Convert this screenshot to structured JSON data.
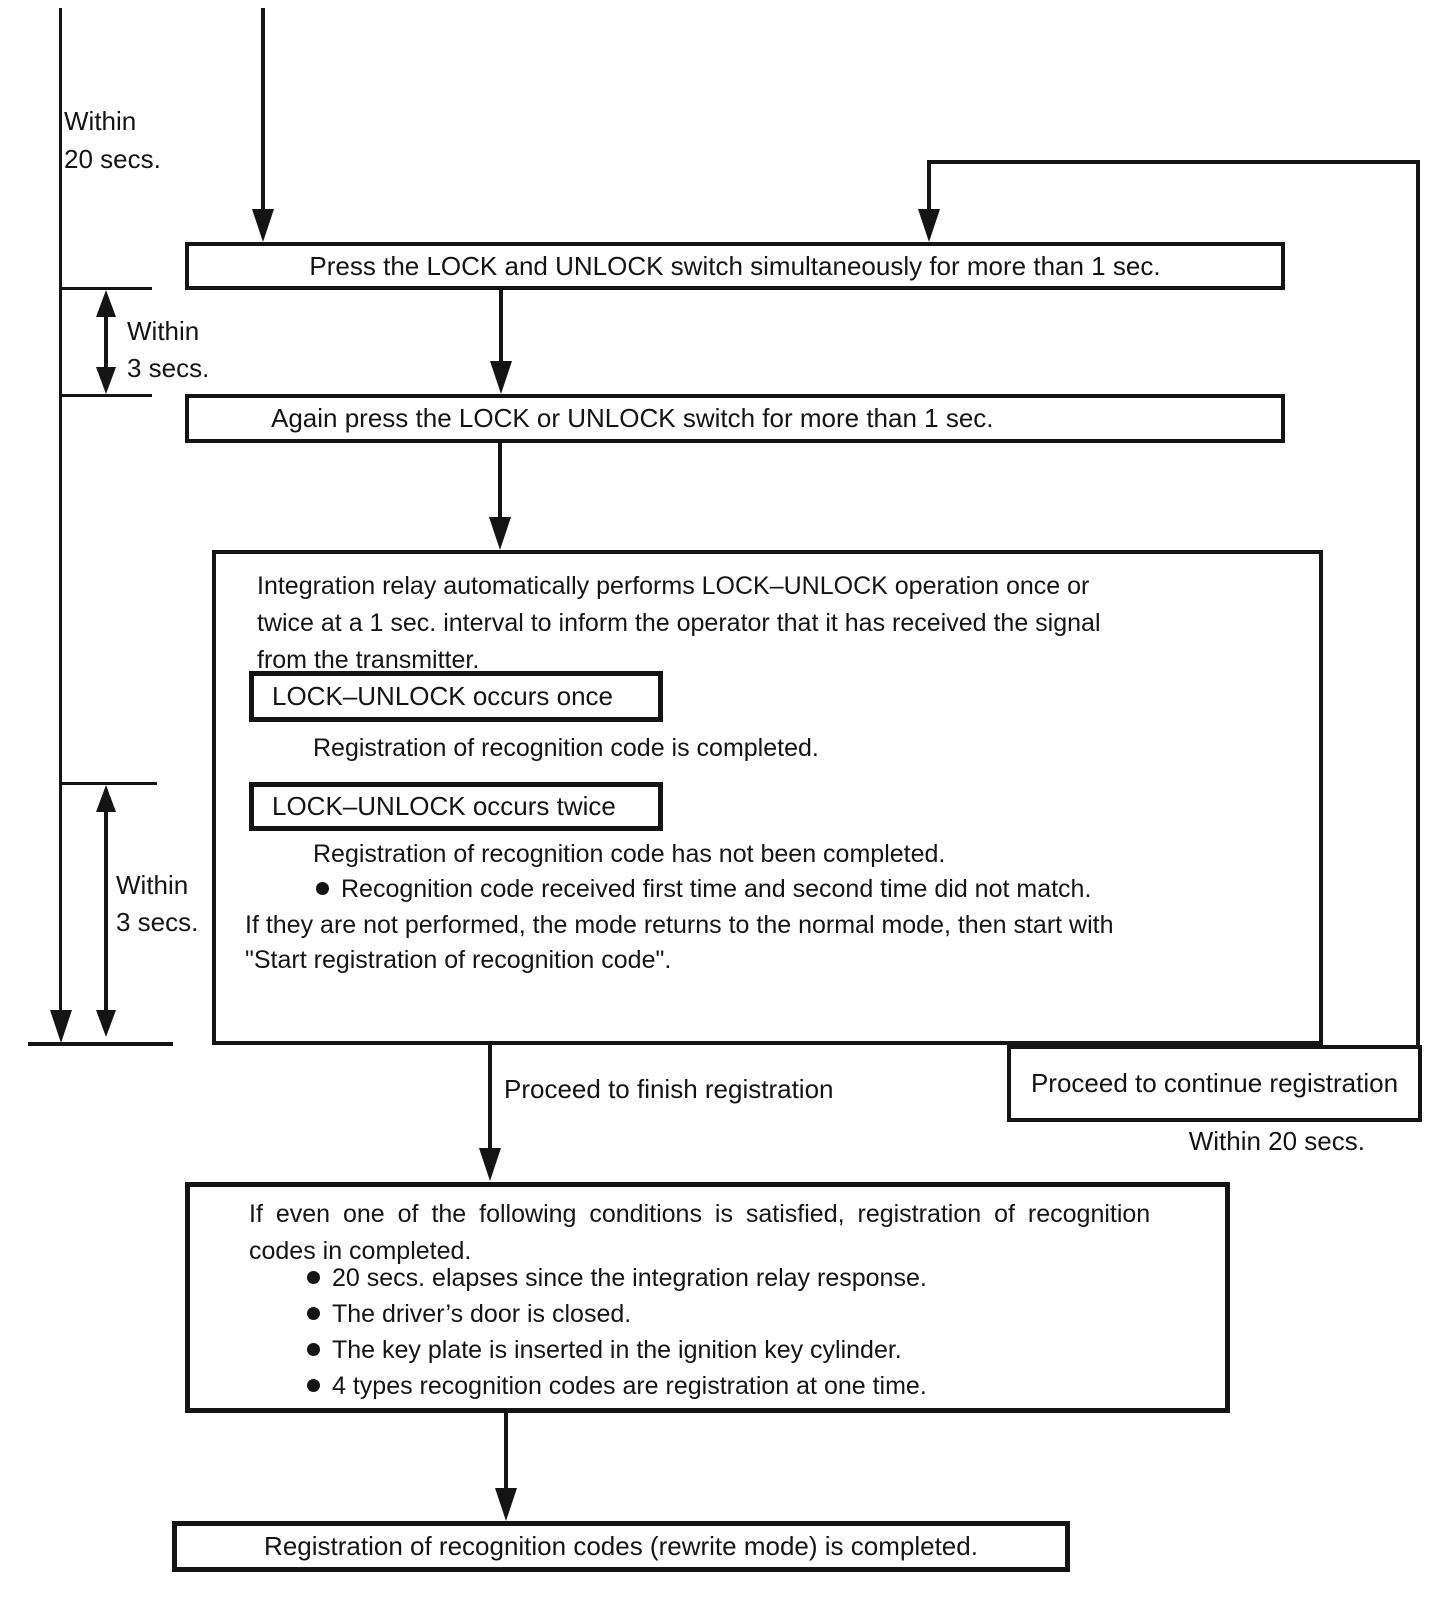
{
  "colors": {
    "ink": "#141414",
    "paper": "#ffffff"
  },
  "timing": {
    "left_20s": {
      "line1": "Within",
      "line2": "20 secs."
    },
    "upper_3s": {
      "line1": "Within",
      "line2": "3 secs."
    },
    "lower_3s": {
      "line1": "Within",
      "line2": "3 secs."
    },
    "right_20s": "Within 20 secs."
  },
  "steps": {
    "press_both": "Press the LOCK and UNLOCK switch simultaneously for more than 1 sec.",
    "press_again": "Again press the LOCK or UNLOCK switch for more than 1 sec."
  },
  "relay_box": {
    "para_line1": "Integration relay automatically performs LOCK–UNLOCK operation once or",
    "para_line2": "twice at a 1 sec. interval to inform the operator that it has received the signal",
    "para_line3": "from the transmitter.",
    "once_label": "LOCK–UNLOCK occurs once",
    "once_result": "Registration of recognition code is completed.",
    "twice_label": "LOCK–UNLOCK occurs twice",
    "twice_result": "Registration of recognition code has not been completed.",
    "twice_bullet": "Recognition code received first time and second time did not match.",
    "fallback_line1": "If they are not performed, the mode returns to the normal mode, then start with",
    "fallback_line2": "\"Start registration of recognition code\"."
  },
  "branches": {
    "finish": "Proceed to finish registration",
    "continue": "Proceed to continue registration"
  },
  "conditions_box": {
    "intro_line1": "If even one of the following conditions is satisfied, registration of recognition",
    "intro_line2": "codes in completed.",
    "bullets": [
      "20 secs. elapses since the integration relay response.",
      "The driver’s door is closed.",
      "The key plate is inserted in the ignition key cylinder.",
      "4 types recognition codes are registration at one time."
    ]
  },
  "final": {
    "completed": "Registration of recognition codes (rewrite mode) is completed."
  }
}
